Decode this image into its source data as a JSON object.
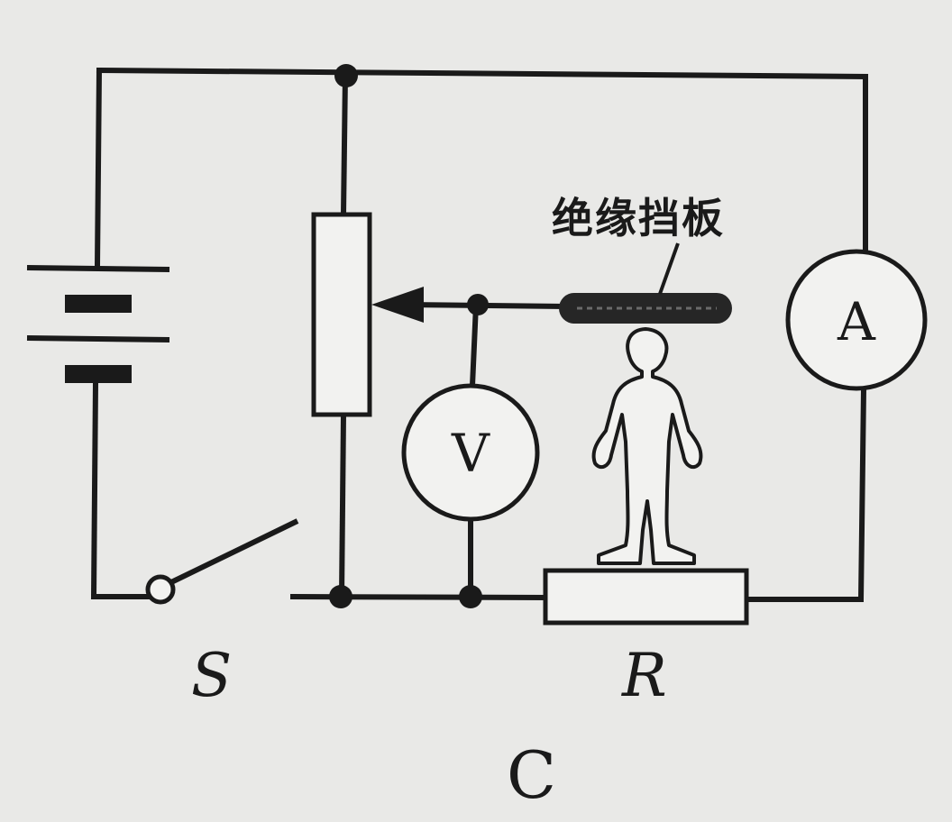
{
  "diagram": {
    "voltmeter_symbol": "V",
    "ammeter_symbol": "A",
    "switch_label": "S",
    "resistor_label": "R",
    "insulating_plate_label": "绝缘挡板",
    "option_letter": "C"
  },
  "icons": {
    "battery": "battery-icon",
    "person": "person-figure-icon",
    "switch": "switch-icon"
  },
  "colors": {
    "ink": "#1a1a1a",
    "paper": "#e9e9e7"
  }
}
